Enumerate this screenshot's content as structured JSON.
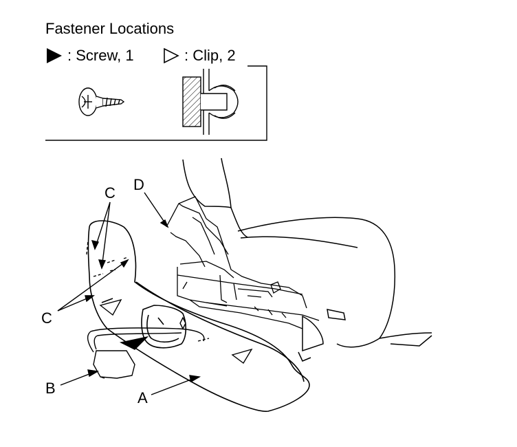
{
  "legend": {
    "title": "Fastener Locations",
    "screw_label": ": Screw, 1",
    "clip_label": ": Clip, 2"
  },
  "callouts": {
    "a": "A",
    "b": "B",
    "c_top": "C",
    "c_side": "C",
    "d": "D"
  },
  "colors": {
    "ink": "#000000",
    "background": "#ffffff"
  }
}
